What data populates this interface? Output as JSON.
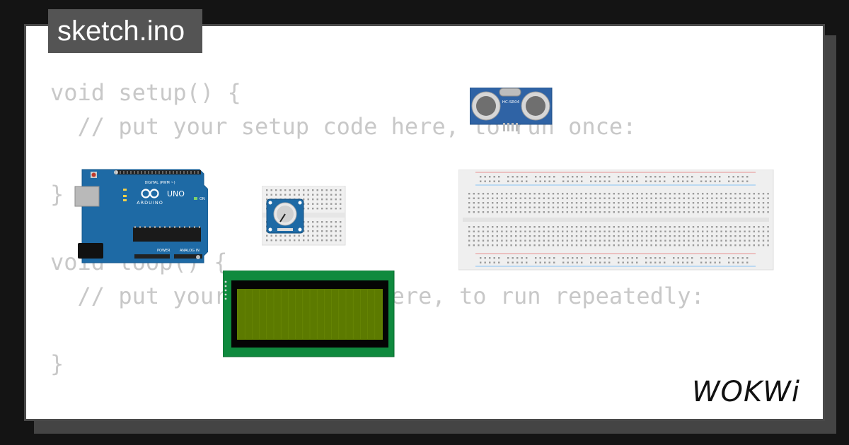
{
  "file": {
    "name": "sketch.ino"
  },
  "code": {
    "lines": [
      "void setup() {",
      "  // put your setup code here, to run once:",
      "",
      "}",
      "",
      "void loop() {",
      "  // put your main code here, to run repeatedly:",
      "",
      "}"
    ]
  },
  "components": {
    "arduino": {
      "brand": "ARDUINO",
      "model": "UNO",
      "digital_label": "DIGITAL (PWM ~)",
      "power_label": "POWER",
      "analog_label": "ANALOG IN",
      "on_label": "ON"
    },
    "ultrasonic": {
      "model": "HC-SR04"
    },
    "potentiometer": {
      "kind": "potentiometer"
    },
    "lcd": {
      "kind": "lcd-2004"
    },
    "breadboard": {
      "kind": "breadboard-full"
    }
  },
  "brand": {
    "logo_text": "WOKWi"
  },
  "colors": {
    "background": "#141414",
    "card": "#ffffff",
    "tab": "#545454",
    "arduino": "#1e6aa5",
    "lcd_pcb": "#0f8a3e",
    "lcd_screen": "#5c7a00"
  }
}
